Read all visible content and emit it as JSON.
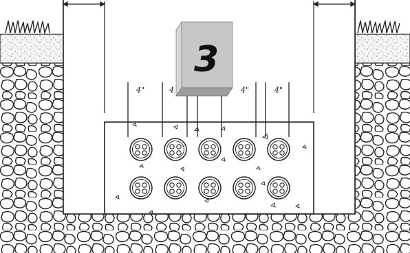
{
  "diagram": {
    "badge": {
      "number": "3"
    },
    "spacing_labels": [
      "4\"",
      "4\"",
      "4\"",
      "4\""
    ],
    "conduits": {
      "rows": 2,
      "per_row": 5,
      "holes_each": 4
    },
    "materials": [
      "undisturbed-soil",
      "gravel-backfill",
      "concrete-encasement",
      "sand-bedding",
      "topsoil-grass"
    ]
  },
  "colors": {
    "line": "#222222",
    "badge_front": "#c9c9c9",
    "badge_side": "#9b9b9b",
    "badge_top": "#e6e6e6",
    "sand": "#f1f1f1"
  }
}
